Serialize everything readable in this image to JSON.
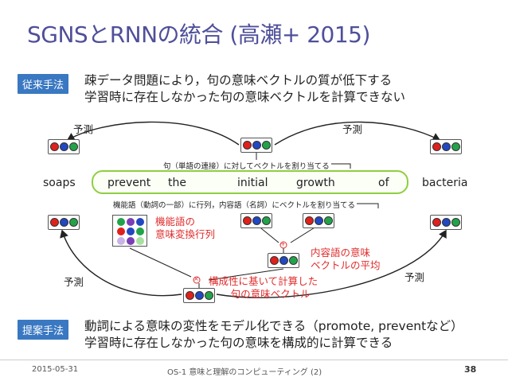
{
  "title": "SGNSとRNNの統合 (高瀬+ 2015)",
  "existing": {
    "tag": "従来手法",
    "line1": "疎データ問題により，句の意味ベクトルの質が低下する",
    "line2": "学習時に存在しなかった句の意味ベクトルを計算できない"
  },
  "diagram": {
    "predict_top_left": "予測",
    "predict_top_right": "予測",
    "predict_bottom_left": "予測",
    "predict_bottom_right": "予測",
    "phrase_note": "句（単語の連接）に対してベクトルを割り当てる",
    "words": {
      "soaps": "soaps",
      "prevent": "prevent",
      "the": "the",
      "initial": "initial",
      "growth": "growth",
      "of": "of",
      "bacteria": "bacteria"
    },
    "word_note": "機能語（動詞の一部）に行列，内容語（名詞）にベクトルを割り当てる",
    "matrix_label_1": "機能語の",
    "matrix_label_2": "意味変換行列",
    "avg_label_1": "内容語の意味",
    "avg_label_2": "ベクトルの平均",
    "compose_label_1": "構成性に基いて計算した",
    "compose_label_2": "句の意味ベクトル",
    "plus_symbol": "+",
    "times_symbol": "×"
  },
  "proposed": {
    "tag": "提案手法",
    "line1": "動詞による意味の変性をモデル化できる（promote, preventなど）",
    "line2": "学習時に存在しなかった句の意味を構成的に計算できる"
  },
  "footer": {
    "date": "2015-05-31",
    "course": "OS-1 意味と理解のコンピューティング (2)",
    "page": "38"
  },
  "colors": {
    "title": "#4f4f9a",
    "tag_bg": "#3a78c2",
    "phrase_border": "#8fce42",
    "annotation_red": "#e02b2b"
  }
}
